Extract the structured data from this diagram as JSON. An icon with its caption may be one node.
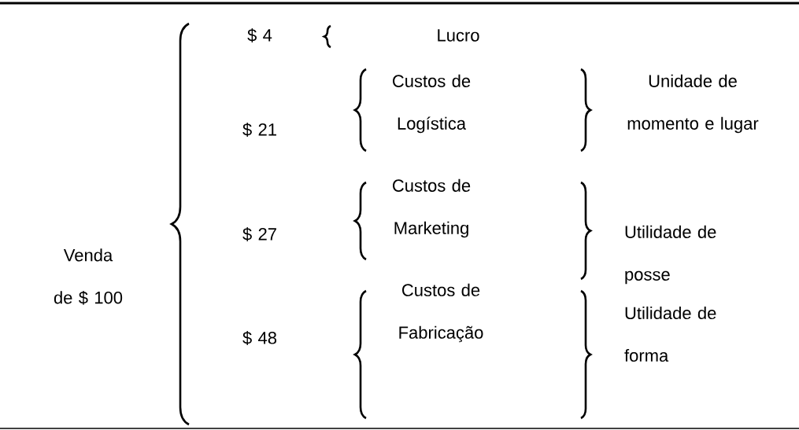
{
  "diagram": {
    "labels": [
      "Venda de $ 100",
      "$ 4",
      "Lucro",
      "Custos de Logística",
      "$ 21",
      "Unidade de momento e lugar",
      "Custos de Marketing",
      "$ 27",
      "Utilidade de posse",
      "Custos de Fabricação",
      "$ 48",
      "Utilidade de forma"
    ]
  }
}
